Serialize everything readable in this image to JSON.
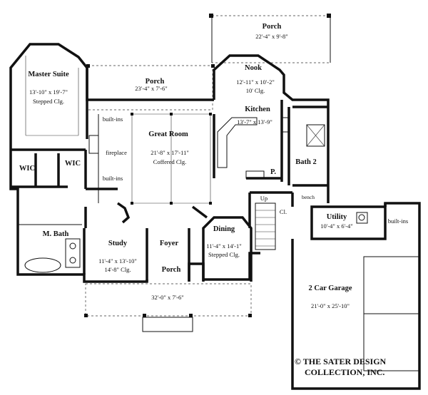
{
  "rooms": {
    "master_suite": {
      "name": "Master Suite",
      "dims": "13'-10\" x 19'-7\"",
      "note": "Stepped Clg."
    },
    "porch_top_right": {
      "name": "Porch",
      "dims": "22'-4\" x 9'-8\""
    },
    "porch_center": {
      "name": "Porch",
      "dims": "23'-4\" x 7'-6\""
    },
    "nook": {
      "name": "Nook",
      "dims": "12'-11\" x 10'-2\"",
      "note": "10' Clg."
    },
    "great_room": {
      "name": "Great Room",
      "dims": "21'-8\" x 17'-11\"",
      "note": "Coffered Clg."
    },
    "kitchen": {
      "name": "Kitchen",
      "dims": "13'-7\" x 13'-9\""
    },
    "wic_left": {
      "name": "WIC"
    },
    "wic_right": {
      "name": "WIC"
    },
    "bath2": {
      "name": "Bath 2"
    },
    "pantry": {
      "name": "P."
    },
    "bench": {
      "name": "bench"
    },
    "utility": {
      "name": "Utility",
      "dims": "10'-4\" x 6'-4\""
    },
    "up": {
      "name": "Up"
    },
    "closet": {
      "name": "Cl."
    },
    "m_bath": {
      "name": "M. Bath"
    },
    "dining": {
      "name": "Dining",
      "dims": "11'-4\" x 14'-1\"",
      "note": "Stepped Clg."
    },
    "study": {
      "name": "Study",
      "dims": "11'-4\" x 13'-10\"",
      "note": "14'-8\" Clg."
    },
    "foyer": {
      "name": "Foyer"
    },
    "porch_front": {
      "name": "Porch",
      "dims": "32'-0\" x 7'-6\""
    },
    "garage": {
      "name": "2 Car Garage",
      "dims": "21'-0\" x 25'-10\""
    }
  },
  "features": {
    "builtins_upper": "built-ins",
    "fireplace": "fireplace",
    "builtins_lower": "built-ins",
    "builtins_utility": "built-ins"
  },
  "copyright": {
    "line1": "© THE SATER DESIGN",
    "line2": "COLLECTION, INC."
  }
}
